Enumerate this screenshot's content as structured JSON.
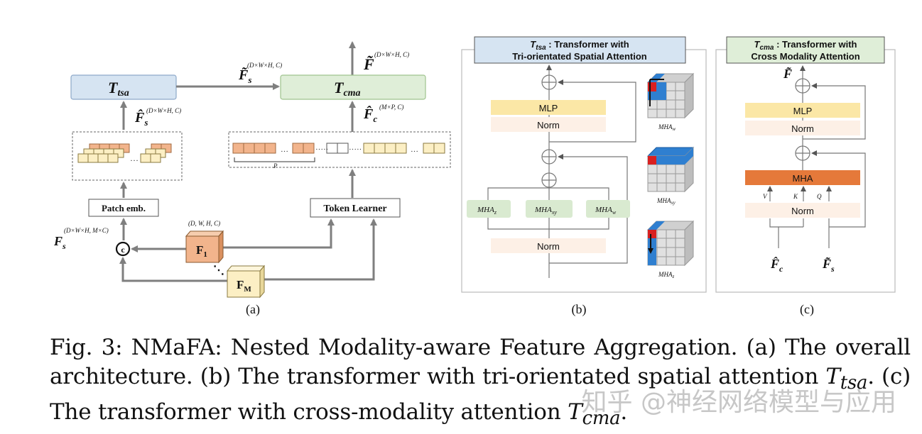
{
  "panel_a": {
    "t_tsa": "T",
    "t_tsa_sub": "tsa",
    "t_cma": "T",
    "t_cma_sub": "cma",
    "f_tilde_s_label": "F̃",
    "f_tilde_s_sub": "s",
    "f_tilde_s_dims": "(D×W×H, C)",
    "f_tilde_out": "F̃",
    "f_tilde_out_dims": "(D×W×H, C)",
    "f_hat_s": "F̂",
    "f_hat_s_sub": "s",
    "f_hat_s_dims": "(D×W×H, C)",
    "f_hat_c": "F̂",
    "f_hat_c_sub": "c",
    "f_hat_c_dims": "(M×P, C)",
    "p_label": "P",
    "patch_emb": "Patch emb.",
    "token_learner": "Token Learner",
    "f_s": "F",
    "f_s_sub": "s",
    "f_s_dims": "(D×W×H, M×C)",
    "concat": "c",
    "f1_dims": "(D, W, H, C)",
    "f1": "F",
    "f1_sub": "1",
    "fm": "F",
    "fm_sub": "M",
    "dots": "⋱",
    "ellipsis": "·····",
    "caption": "(a)"
  },
  "panel_b": {
    "title_line1_italic": "T",
    "title_line1_sub": "tsa",
    "title_line1_rest": " : Transformer with",
    "title_line2": "Tri-orientated Spatial Attention",
    "mlp": "MLP",
    "norm_top": "Norm",
    "norm_bottom": "Norm",
    "mha_z": "MHA",
    "mha_z_sub": "z",
    "mha_xy": "MHA",
    "mha_xy_sub": "xy",
    "mha_w": "MHA",
    "mha_w_sub": "w",
    "cube_w_label": "MHA",
    "cube_w_sub": "w",
    "cube_xy_label": "MHA",
    "cube_xy_sub": "xy",
    "cube_z_label": "MHA",
    "cube_z_sub": "z",
    "caption": "(b)"
  },
  "panel_c": {
    "title_line1_italic": "T",
    "title_line1_sub": "cma",
    "title_line1_rest": " : Transformer with",
    "title_line2": "Cross Modality Attention",
    "f_tilde": "F̃",
    "mlp": "MLP",
    "norm_top": "Norm",
    "mha": "MHA",
    "v": "V",
    "k": "K",
    "q": "Q",
    "norm_bottom": "Norm",
    "f_hat_c": "F̂",
    "f_hat_c_sub": "c",
    "f_tilde_s": "F̃",
    "f_tilde_s_sub": "s",
    "caption": "(c)"
  },
  "caption": {
    "part1": "Fig. 3: NMaFA: Nested Modality-aware Feature Aggregation. (a) The overall architecture. (b) The transformer with tri-orientated spatial attention ",
    "t_tsa": "T",
    "t_tsa_sub": "tsa",
    "part2": ". (c) The transformer with cross-modality attention ",
    "t_cma": "T",
    "t_cma_sub": "cma",
    "part3": "."
  },
  "watermark": "知乎 @神经网络模型与应用",
  "colors": {
    "blue_box": "#d6e4f2",
    "green_box": "#dfeed8",
    "mlp_yellow": "#fbe7a6",
    "norm_peach": "#fdf0e6",
    "mha_green": "#d9ead0",
    "mha_orange": "#e5793a",
    "f1_orange": "#f2b48c",
    "fm_yellow": "#fcefc4",
    "arrow_gray": "#7f7f7f",
    "cube_blue": "#2f7fd0",
    "cube_red": "#d92020"
  }
}
